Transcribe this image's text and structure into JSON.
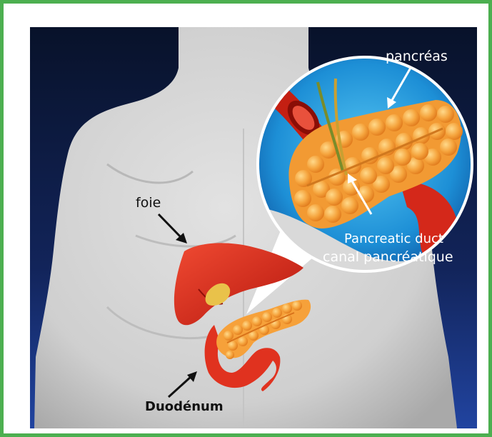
{
  "labels": {
    "pancreas": "pancréas",
    "liver": "foie",
    "duct_en": "Pancreatic duct",
    "duct_fr": "canal pancréatique",
    "duodenum": "Duodénum"
  },
  "colors": {
    "frame": "#4caf50",
    "background_top": "#0a1530",
    "background_bottom": "#1d3a8a",
    "body": "#d4d4d4",
    "liver": "#d8281a",
    "pancreas": "#f6a13a",
    "duodenum": "#e0321f",
    "zoom_circle": "#2aa8e6",
    "arrow_dark": "#111111",
    "arrow_light": "#ffffff"
  }
}
